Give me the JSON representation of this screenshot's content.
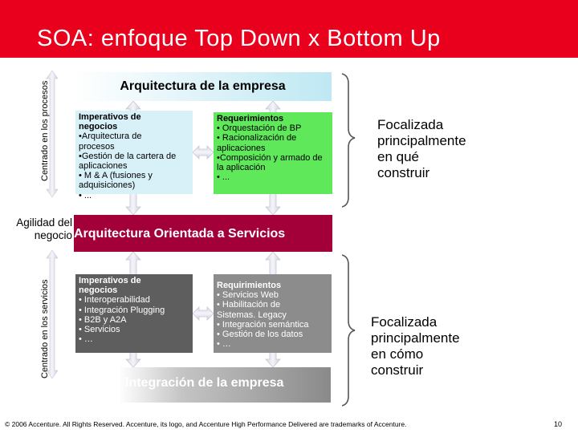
{
  "title": "SOA: enfoque Top Down x Bottom Up",
  "side_labels": {
    "processes": "Centrado en los procesos",
    "services": "Centrado en los servicios",
    "agility_line1": "Agilidad del",
    "agility_line2": "negocio"
  },
  "top": {
    "title": "Arquitectura de la empresa",
    "left_box": {
      "lines": [
        "Imperativos de",
        "negocios",
        "•Arquitectura de",
        "procesos",
        "•Gestión de la cartera de",
        "aplicaciones",
        "• M & A (fusiones y",
        "adquisiciones)",
        "• ..."
      ]
    },
    "right_box": {
      "lines": [
        "Requerimientos",
        "• Orquestación de BP",
        "• Racionalización de",
        "aplicaciones",
        "•Composición y armado de",
        "la aplicación",
        "• ..."
      ]
    },
    "focus_lines": [
      "Focalizada",
      "principalmente",
      "en qué",
      "construir"
    ]
  },
  "middle": {
    "title": "Arquitectura Orientada a Servicios"
  },
  "bottom": {
    "left_box": {
      "lines": [
        "Imperativos de",
        "negocios",
        "• Interoperabilidad",
        "• Integración Plugging",
        "• B2B y A2A",
        "• Servicios",
        "• …"
      ]
    },
    "right_box": {
      "lines": [
        "Requirimientos",
        "• Servicios Web",
        "• Habilitación de",
        "Sistemas. Legacy",
        "• Integración semántica",
        "• Gestión de los datos",
        "• …"
      ]
    },
    "title": "Integración de la empresa",
    "focus_lines": [
      "Focalizada",
      "principalmente",
      "en cómo",
      "construir"
    ]
  },
  "footer": {
    "copyright": "© 2006 Accenture. All Rights Reserved. Accenture, its logo, and Accenture High Performance Delivered are trademarks of Accenture.",
    "page": "10"
  },
  "colors": {
    "header_red": "#e8001c",
    "soa_band": "#a3003a",
    "green_box": "#5ee85a",
    "cyan_box": "#d8f1f9"
  }
}
